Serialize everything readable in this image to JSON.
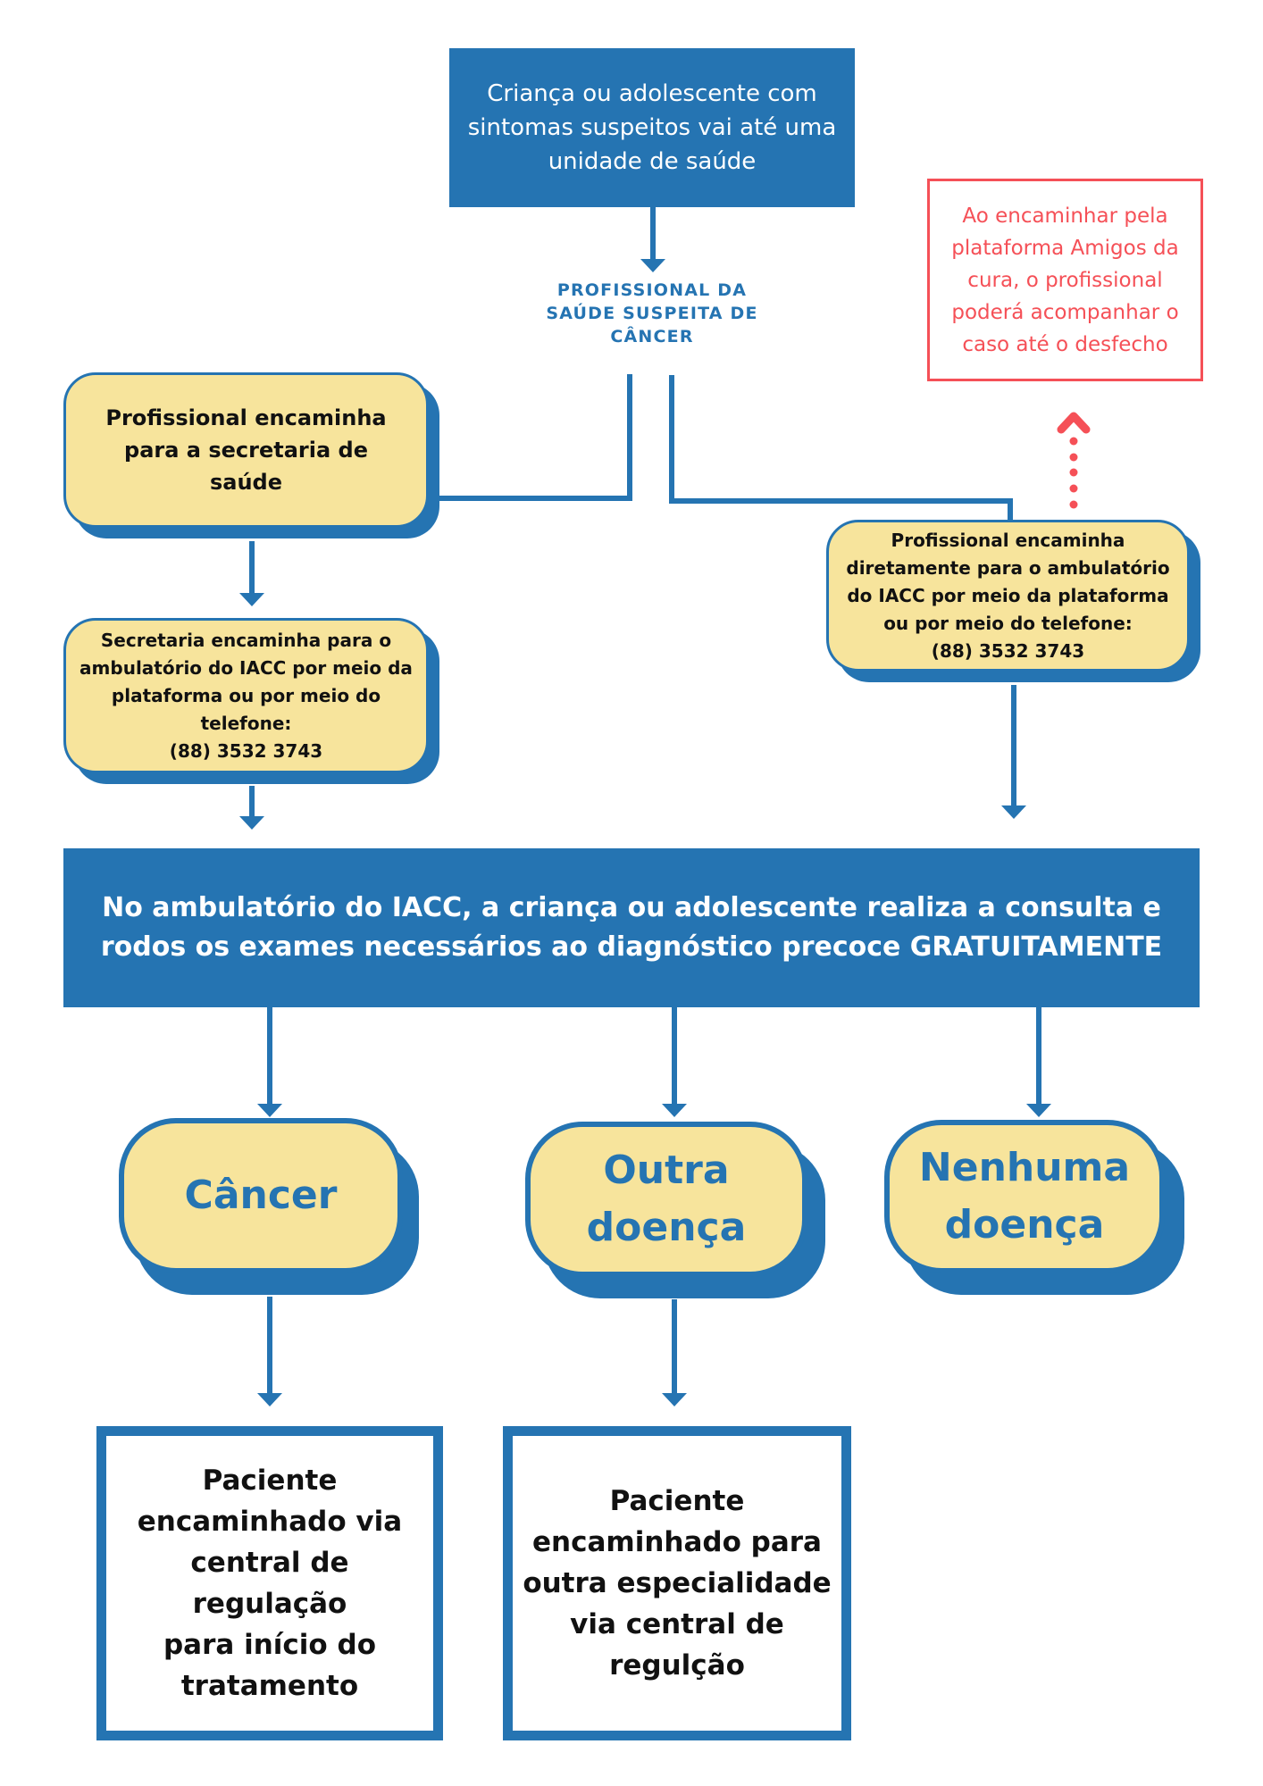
{
  "colors": {
    "primary_blue": "#2574b2",
    "box_yellow": "#f7e49c",
    "note_red": "#f55057",
    "text_dark": "#111111",
    "background": "#ffffff"
  },
  "start": {
    "text": "Criança ou adolescente com sintomas suspeitos vai até uma unidade de saúde"
  },
  "suspect_label": {
    "lines": [
      "PROFISSIONAL DA",
      "SAÚDE SUSPEITA DE",
      "CÂNCER"
    ]
  },
  "left_branch": {
    "step1": "Profissional encaminha para a secretaria de saúde",
    "step2_lines": [
      "Secretaria encaminha para o",
      "ambulatório do IACC por meio da",
      "plataforma ou por meio do",
      "telefone:",
      "(88) 3532 3743"
    ]
  },
  "right_branch": {
    "step1_lines": [
      "Profissional encaminha",
      "diretamente para o ambulatório",
      "do IACC por meio da plataforma",
      "ou por meio do telefone:",
      "(88) 3532 3743"
    ]
  },
  "note": {
    "text": "Ao encaminhar pela plataforma Amigos da cura, o profissional poderá acompanhar o caso até o desfecho",
    "icon": "dotted-up-arrow-icon"
  },
  "banner": {
    "lines": [
      "No ambulatório do IACC, a criança ou adolescente realiza a consulta e",
      "rodos os exames necessários ao diagnóstico precoce GRATUITAMENTE"
    ]
  },
  "outcomes": [
    {
      "label_lines": [
        "Câncer"
      ]
    },
    {
      "label_lines": [
        "Outra",
        "doença"
      ]
    },
    {
      "label_lines": [
        "Nenhuma",
        "doença"
      ]
    }
  ],
  "results": [
    {
      "lines": [
        "Paciente",
        "encaminhado via",
        "central de regulação",
        "para início do",
        "tratamento"
      ]
    },
    {
      "lines": [
        "Paciente",
        "encaminhado para",
        "outra especialidade",
        "via central de",
        "regulção"
      ]
    }
  ]
}
